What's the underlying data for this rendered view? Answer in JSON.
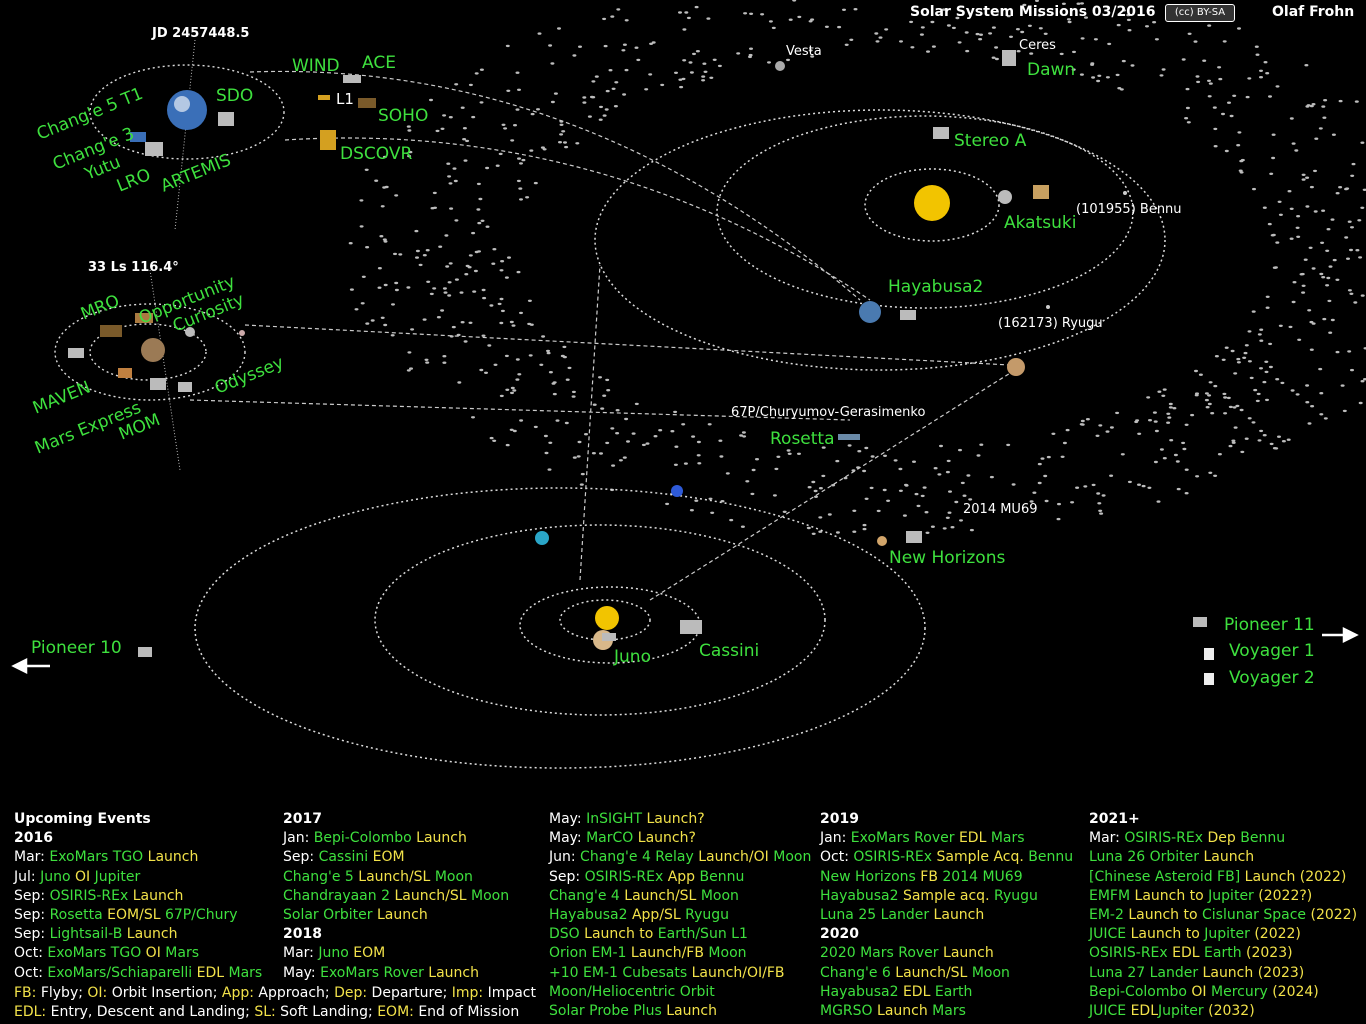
{
  "header": {
    "title": "Solar System Missions 03/2016",
    "license": "BY-SA",
    "author": "Olaf Frohn"
  },
  "earth_system": {
    "date_label": "JD 2457448.5",
    "labels": [
      "WIND",
      "ACE",
      "L1",
      "SOHO",
      "DSCOVR",
      "SDO",
      "Chang'e 5 T1",
      "Chang'e 3",
      "Yutu",
      "LRO",
      "ARTEMIS"
    ]
  },
  "mars_system": {
    "date_label": "33 Ls 116.4°",
    "labels": [
      "MRO",
      "Opportunity",
      "Curiosity",
      "MAVEN",
      "Mars Express",
      "MOM",
      "Odyssey"
    ]
  },
  "inner_system": {
    "white_labels": [
      "Vesta",
      "Ceres",
      "(101955) Bennu",
      "(162173) Ryugu",
      "67P/Churyumov-Gerasimenko",
      "2014 MU69"
    ],
    "green_labels": [
      "Dawn",
      "Stereo A",
      "Akatsuki",
      "Hayabusa2",
      "Rosetta",
      "New Horizons"
    ]
  },
  "outer_system": {
    "green_labels": [
      "Juno",
      "Cassini",
      "Pioneer 10",
      "Pioneer 11",
      "Voyager 1",
      "Voyager 2"
    ]
  },
  "colors": {
    "mission_green": "#3ee03e",
    "event_yellow": "#f2e24a",
    "background": "#000000",
    "sun": "#f2c400"
  },
  "events": {
    "title": "Upcoming Events",
    "columns": [
      [
        {
          "type": "header",
          "text": "2016"
        },
        {
          "type": "row",
          "parts": [
            [
              "w",
              "Mar: "
            ],
            [
              "g",
              "ExoMars TGO"
            ],
            [
              "y",
              " Launch"
            ]
          ]
        },
        {
          "type": "row",
          "parts": [
            [
              "w",
              "Jul: "
            ],
            [
              "g",
              "Juno"
            ],
            [
              "y",
              " OI "
            ],
            [
              "g",
              "Jupiter"
            ]
          ]
        },
        {
          "type": "row",
          "parts": [
            [
              "w",
              "Sep: "
            ],
            [
              "g",
              "OSIRIS-REx"
            ],
            [
              "y",
              " Launch"
            ]
          ]
        },
        {
          "type": "row",
          "parts": [
            [
              "w",
              "Sep: "
            ],
            [
              "g",
              "Rosetta"
            ],
            [
              "y",
              " EOM/SL "
            ],
            [
              "g",
              "67P/Chury"
            ]
          ]
        },
        {
          "type": "row",
          "parts": [
            [
              "w",
              "Sep: "
            ],
            [
              "g",
              "Lightsail-B"
            ],
            [
              "y",
              " Launch"
            ]
          ]
        },
        {
          "type": "row",
          "parts": [
            [
              "w",
              "Oct: "
            ],
            [
              "g",
              "ExoMars TGO"
            ],
            [
              "y",
              " OI "
            ],
            [
              "g",
              "Mars"
            ]
          ]
        },
        {
          "type": "row",
          "parts": [
            [
              "w",
              "Oct: "
            ],
            [
              "g",
              "ExoMars/Schiaparelli"
            ],
            [
              "y",
              " EDL "
            ],
            [
              "g",
              "Mars"
            ]
          ]
        }
      ],
      [
        {
          "type": "header",
          "text": "2017"
        },
        {
          "type": "row",
          "parts": [
            [
              "w",
              "Jan: "
            ],
            [
              "g",
              "Bepi-Colombo"
            ],
            [
              "y",
              " Launch"
            ]
          ]
        },
        {
          "type": "row",
          "parts": [
            [
              "w",
              "Sep: "
            ],
            [
              "g",
              "Cassini"
            ],
            [
              "y",
              " EOM"
            ]
          ]
        },
        {
          "type": "row",
          "parts": [
            [
              "g",
              "Chang'e 5"
            ],
            [
              "y",
              " Launch/SL "
            ],
            [
              "g",
              "Moon"
            ]
          ]
        },
        {
          "type": "row",
          "parts": [
            [
              "g",
              "Chandrayaan 2"
            ],
            [
              "y",
              " Launch/SL "
            ],
            [
              "g",
              "Moon"
            ]
          ]
        },
        {
          "type": "row",
          "parts": [
            [
              "g",
              "Solar Orbiter"
            ],
            [
              "y",
              " Launch"
            ]
          ]
        },
        {
          "type": "header",
          "text": "2018"
        },
        {
          "type": "row",
          "parts": [
            [
              "w",
              "Mar: "
            ],
            [
              "g",
              "Juno"
            ],
            [
              "y",
              " EOM"
            ]
          ]
        },
        {
          "type": "row",
          "parts": [
            [
              "w",
              "May: "
            ],
            [
              "g",
              "ExoMars Rover"
            ],
            [
              "y",
              " Launch"
            ]
          ]
        }
      ],
      [
        {
          "type": "row",
          "parts": [
            [
              "w",
              "May: "
            ],
            [
              "g",
              "InSIGHT"
            ],
            [
              "y",
              " Launch?"
            ]
          ]
        },
        {
          "type": "row",
          "parts": [
            [
              "w",
              "May: "
            ],
            [
              "g",
              "MarCO"
            ],
            [
              "y",
              " Launch?"
            ]
          ]
        },
        {
          "type": "row",
          "parts": [
            [
              "w",
              "Jun: "
            ],
            [
              "g",
              "Chang'e 4 Relay"
            ],
            [
              "y",
              " Launch/OI "
            ],
            [
              "g",
              "Moon"
            ]
          ]
        },
        {
          "type": "row",
          "parts": [
            [
              "w",
              "Sep: "
            ],
            [
              "g",
              "OSIRIS-REx"
            ],
            [
              "y",
              " App "
            ],
            [
              "g",
              "Bennu"
            ]
          ]
        },
        {
          "type": "row",
          "parts": [
            [
              "g",
              "Chang'e 4"
            ],
            [
              "y",
              " Launch/SL "
            ],
            [
              "g",
              "Moon"
            ]
          ]
        },
        {
          "type": "row",
          "parts": [
            [
              "g",
              "Hayabusa2"
            ],
            [
              "y",
              " App/SL "
            ],
            [
              "g",
              "Ryugu"
            ]
          ]
        },
        {
          "type": "row",
          "parts": [
            [
              "g",
              "DSO"
            ],
            [
              "y",
              " Launch to "
            ],
            [
              "g",
              "Earth/Sun L1"
            ]
          ]
        },
        {
          "type": "row",
          "parts": [
            [
              "g",
              "Orion EM-1"
            ],
            [
              "y",
              " Launch/FB "
            ],
            [
              "g",
              "Moon"
            ]
          ]
        },
        {
          "type": "row",
          "parts": [
            [
              "g",
              "+10 EM-1 Cubesats"
            ],
            [
              "y",
              " Launch/OI/FB"
            ]
          ]
        },
        {
          "type": "row",
          "parts": [
            [
              "g",
              "  Moon/Heliocentric Orbit"
            ]
          ]
        },
        {
          "type": "row",
          "parts": [
            [
              "g",
              "Solar Probe Plus"
            ],
            [
              "y",
              " Launch"
            ]
          ]
        }
      ],
      [
        {
          "type": "header",
          "text": "2019"
        },
        {
          "type": "row",
          "parts": [
            [
              "w",
              "Jan: "
            ],
            [
              "g",
              "ExoMars Rover"
            ],
            [
              "y",
              " EDL "
            ],
            [
              "g",
              "Mars"
            ]
          ]
        },
        {
          "type": "row",
          "parts": [
            [
              "w",
              "Oct: "
            ],
            [
              "g",
              "OSIRIS-REx"
            ],
            [
              "y",
              " Sample Acq. "
            ],
            [
              "g",
              "Bennu"
            ]
          ]
        },
        {
          "type": "row",
          "parts": [
            [
              "g",
              "New Horizons"
            ],
            [
              "y",
              " FB "
            ],
            [
              "g",
              "2014 MU69"
            ]
          ]
        },
        {
          "type": "row",
          "parts": [
            [
              "g",
              "Hayabusa2"
            ],
            [
              "y",
              " Sample acq. "
            ],
            [
              "g",
              "Ryugu"
            ]
          ]
        },
        {
          "type": "row",
          "parts": [
            [
              "g",
              "Luna 25 Lander"
            ],
            [
              "y",
              " Launch"
            ]
          ]
        },
        {
          "type": "header",
          "text": "2020"
        },
        {
          "type": "row",
          "parts": [
            [
              "g",
              "2020 Mars Rover"
            ],
            [
              "y",
              " Launch"
            ]
          ]
        },
        {
          "type": "row",
          "parts": [
            [
              "g",
              "Chang'e 6"
            ],
            [
              "y",
              " Launch/SL "
            ],
            [
              "g",
              "Moon"
            ]
          ]
        },
        {
          "type": "row",
          "parts": [
            [
              "g",
              "Hayabusa2"
            ],
            [
              "y",
              " EDL "
            ],
            [
              "g",
              "Earth"
            ]
          ]
        },
        {
          "type": "row",
          "parts": [
            [
              "g",
              "MGRSO"
            ],
            [
              "y",
              " Launch "
            ],
            [
              "g",
              "Mars"
            ]
          ]
        }
      ],
      [
        {
          "type": "header",
          "text": "2021+"
        },
        {
          "type": "row",
          "parts": [
            [
              "w",
              "Mar: "
            ],
            [
              "g",
              "OSIRIS-REx"
            ],
            [
              "y",
              " Dep "
            ],
            [
              "g",
              "Bennu"
            ]
          ]
        },
        {
          "type": "row",
          "parts": [
            [
              "g",
              "Luna 26 Orbiter"
            ],
            [
              "y",
              " Launch"
            ]
          ]
        },
        {
          "type": "row",
          "parts": [
            [
              "g",
              "[Chinese Asteroid FB]"
            ],
            [
              "y",
              " Launch (2022)"
            ]
          ]
        },
        {
          "type": "row",
          "parts": [
            [
              "g",
              "EMFM"
            ],
            [
              "y",
              " Launch to "
            ],
            [
              "g",
              "Jupiter"
            ],
            [
              "y",
              " (2022?)"
            ]
          ]
        },
        {
          "type": "row",
          "parts": [
            [
              "g",
              "EM-2"
            ],
            [
              "y",
              " Launch to "
            ],
            [
              "g",
              "Cislunar Space"
            ],
            [
              "y",
              " (2022)"
            ]
          ]
        },
        {
          "type": "row",
          "parts": [
            [
              "g",
              "JUICE"
            ],
            [
              "y",
              " Launch to "
            ],
            [
              "g",
              "Jupiter"
            ],
            [
              "y",
              " (2022)"
            ]
          ]
        },
        {
          "type": "row",
          "parts": [
            [
              "g",
              "OSIRIS-REx"
            ],
            [
              "y",
              " EDL "
            ],
            [
              "g",
              "Earth"
            ],
            [
              "y",
              " (2023)"
            ]
          ]
        },
        {
          "type": "row",
          "parts": [
            [
              "g",
              "Luna 27 Lander"
            ],
            [
              "y",
              " Launch (2023)"
            ]
          ]
        },
        {
          "type": "row",
          "parts": [
            [
              "g",
              "Bepi-Colombo"
            ],
            [
              "y",
              " OI "
            ],
            [
              "g",
              "Mercury"
            ],
            [
              "y",
              " (2024)"
            ]
          ]
        },
        {
          "type": "row",
          "parts": [
            [
              "g",
              "JUICE"
            ],
            [
              "y",
              " EDL"
            ],
            [
              "g",
              "Jupiter"
            ],
            [
              "y",
              " (2032)"
            ]
          ]
        }
      ]
    ],
    "legend": [
      [
        [
          "y",
          "FB:"
        ],
        [
          "w",
          " Flyby; "
        ],
        [
          "y",
          "OI:"
        ],
        [
          "w",
          " Orbit Insertion; "
        ],
        [
          "y",
          "App:"
        ],
        [
          "w",
          " Approach; "
        ],
        [
          "y",
          "Dep:"
        ],
        [
          "w",
          " Departure; "
        ],
        [
          "y",
          "Imp:"
        ],
        [
          "w",
          " Impact"
        ]
      ],
      [
        [
          "y",
          "EDL:"
        ],
        [
          "w",
          " Entry, Descent and Landing; "
        ],
        [
          "y",
          "SL:"
        ],
        [
          "w",
          " Soft Landing; "
        ],
        [
          "y",
          "EOM:"
        ],
        [
          "w",
          " End of Mission"
        ]
      ]
    ]
  }
}
